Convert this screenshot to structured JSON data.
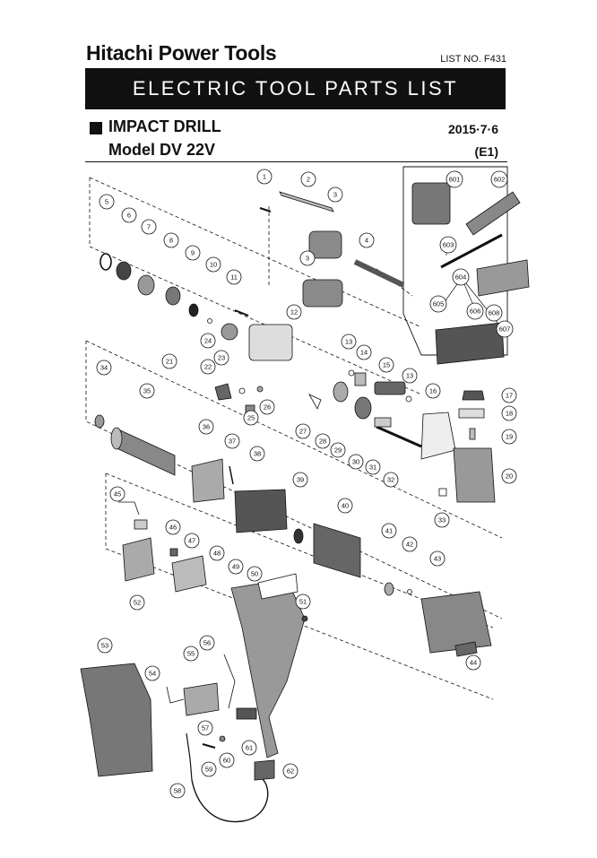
{
  "header": {
    "brand": "Hitachi Power Tools",
    "list_no": "LIST NO. F431",
    "banner": "ELECTRIC TOOL PARTS LIST",
    "product": "IMPACT DRILL",
    "model": "Model DV 22V",
    "date": "2015·7·6",
    "edition": "(E1)"
  },
  "diagram": {
    "callouts": [
      "1",
      "2",
      "3",
      "3",
      "4",
      "5",
      "6",
      "7",
      "8",
      "9",
      "10",
      "11",
      "12",
      "13",
      "13",
      "14",
      "15",
      "16",
      "17",
      "18",
      "19",
      "20",
      "21",
      "22",
      "23",
      "24",
      "25",
      "26",
      "27",
      "28",
      "29",
      "30",
      "31",
      "32",
      "33",
      "34",
      "35",
      "36",
      "37",
      "38",
      "39",
      "40",
      "41",
      "42",
      "43",
      "44",
      "45",
      "46",
      "47",
      "48",
      "49",
      "50",
      "51",
      "52",
      "53",
      "54",
      "55",
      "56",
      "57",
      "58",
      "59",
      "60",
      "61",
      "62",
      "601",
      "602",
      "603",
      "604",
      "605",
      "606",
      "607",
      "608"
    ],
    "colors": {
      "ink": "#111111",
      "part_fill": "#d9d9d9",
      "part_dark": "#6b6b6b",
      "paper": "#ffffff"
    }
  }
}
